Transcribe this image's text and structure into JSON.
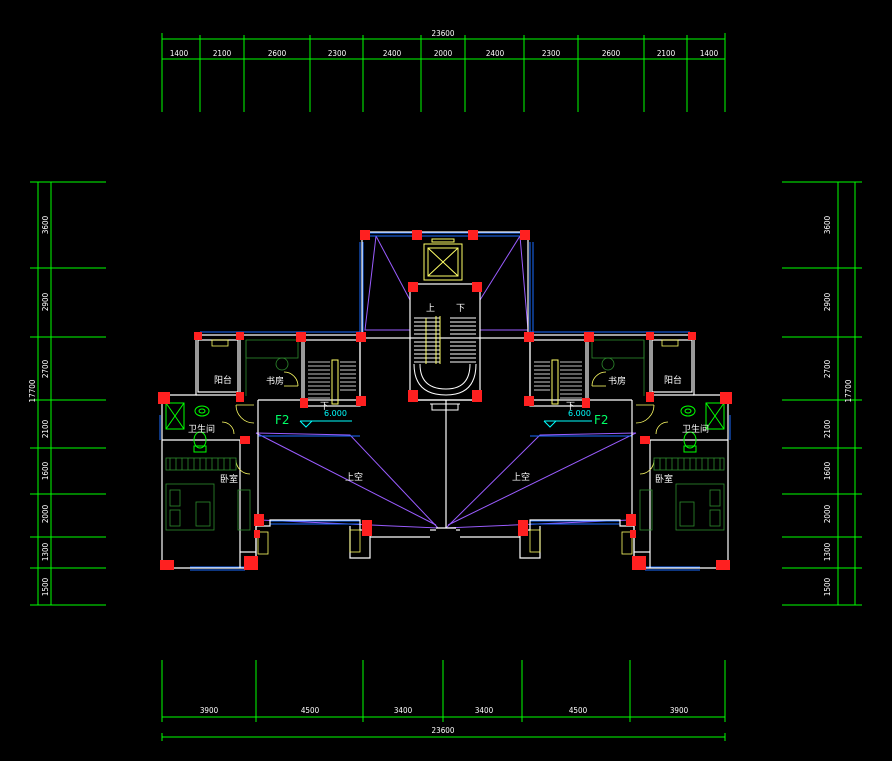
{
  "drawing": {
    "type": "floor-plan",
    "colors": {
      "background": "#000000",
      "dimension": "#00ff00",
      "wall": "#ffffff",
      "window": "#1a6bff",
      "column": "#ff2020",
      "void_line": "#9a5cff",
      "fixture": "#00ff00",
      "stair": "#ffff66",
      "text": "#ffffff",
      "level": "#00ffff"
    },
    "top_dimensions": {
      "total": "23600",
      "segments": [
        "1400",
        "2100",
        "2600",
        "2300",
        "2400",
        "2000",
        "2400",
        "2300",
        "2600",
        "2100",
        "1400"
      ]
    },
    "bottom_dimensions": {
      "total": "23600",
      "segments": [
        "3900",
        "4500",
        "3400",
        "3400",
        "4500",
        "3900"
      ]
    },
    "left_dimensions": {
      "total": "17700",
      "segments": [
        "3600",
        "2900",
        "2700",
        "2100",
        "1600",
        "2000",
        "1300",
        "1500"
      ]
    },
    "right_dimensions": {
      "total": "17700",
      "segments": [
        "3600",
        "2900",
        "2700",
        "2100",
        "1600",
        "2000",
        "1300",
        "1500"
      ]
    },
    "rooms": {
      "left_balcony": "阳台",
      "left_study": "书房",
      "left_bathroom": "卫生间",
      "left_bedroom": "卧室",
      "left_void": "上空",
      "right_void": "上空",
      "right_study": "书房",
      "right_balcony": "阳台",
      "right_bathroom": "卫生间",
      "right_bedroom": "卧室"
    },
    "stair_labels": {
      "up": "上",
      "down": "下",
      "left_down": "下",
      "right_down": "下"
    },
    "floor_tag": "F2",
    "level_mark": "6.000"
  }
}
